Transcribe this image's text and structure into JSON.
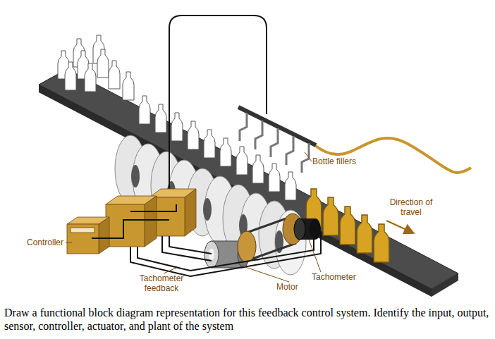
{
  "diagram": {
    "caption": "Draw a functional block diagram representation for this feedback control system. Identify the input, output, sensor, controller, actuator, and plant of the system",
    "labels": [
      "Bottle fillers",
      "Direction of travel",
      "Controller",
      "Tachometer feedback",
      "Motor",
      "Tachometer"
    ]
  }
}
